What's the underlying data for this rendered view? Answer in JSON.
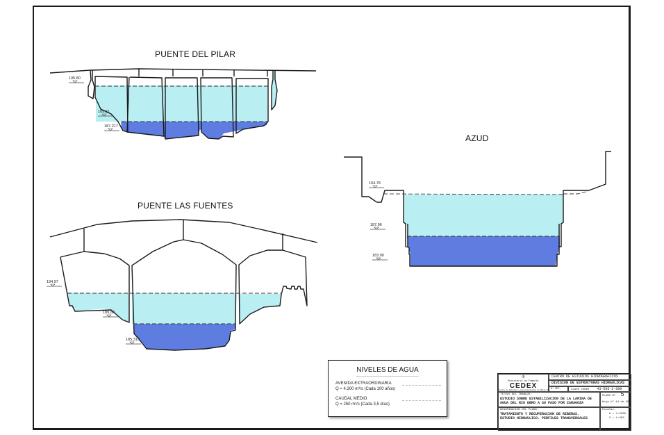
{
  "drawings": {
    "pilar": {
      "title": "PUENTE DEL PILAR",
      "levels": [
        "195.80",
        "189.61",
        "187.217"
      ]
    },
    "fuentes": {
      "title": "PUENTE LAS FUENTES",
      "levels": [
        "194.97",
        "189.80",
        "185.313"
      ]
    },
    "azud": {
      "title": "AZUD",
      "levels": [
        "194.78",
        "187.96",
        "183.00"
      ]
    }
  },
  "colors": {
    "flood_water": "#b9eef2",
    "mean_water": "#5f7de0",
    "outline": "#1a1a1a"
  },
  "legend": {
    "title": "NIVELES DE AGUA",
    "items": [
      {
        "label": "AVENIDA EXTRAORDINARIA",
        "detail": "Q = 4.300 m³/s (Cada 100 años)"
      },
      {
        "label": "CAUDAL MEDIO",
        "detail": "Q = 250 m³/s (Cada 3,5 días)"
      }
    ]
  },
  "title_block": {
    "ministry": "Ministerio de Fomento",
    "logo": "CEDEX",
    "logo_sub": "Centro de Estudios y Experimentación de Obras Públicas",
    "center": "CENTRO DE ESTUDIOS HIDROGRAFICOS",
    "division": "DIVISION DE ESTRUCTURAS HIDRAULICAS",
    "ref_label": "Nº REF.",
    "key_label": "CLAVE CEDEX",
    "key_value": "43-596-2-009",
    "work_label": "TITULO DEL TRABAJO:",
    "work_title_1": "ESTUDIO SOBRE ESTABILIZACION DE LA LAMINA DE",
    "work_title_2": "AGUA DEL RIO EBRO A SU PASO POR ZARAGOZA",
    "plan_no_label": "PLANO Nº",
    "plan_no": "5",
    "sheet": "Hoja nº 14 de 15",
    "plan_label": "DENOMINACION DEL PLANO:",
    "plan_title_1": "TRATAMIENTO Y RECUPERACION DE RIBERAS.",
    "plan_title_2": "ESTUDIO HIDRAULICO. PERFILES TRANSVERSALES",
    "scale_label": "Escalas:",
    "scale_h": "H = 1:2000",
    "scale_v": "V = 1:200"
  }
}
